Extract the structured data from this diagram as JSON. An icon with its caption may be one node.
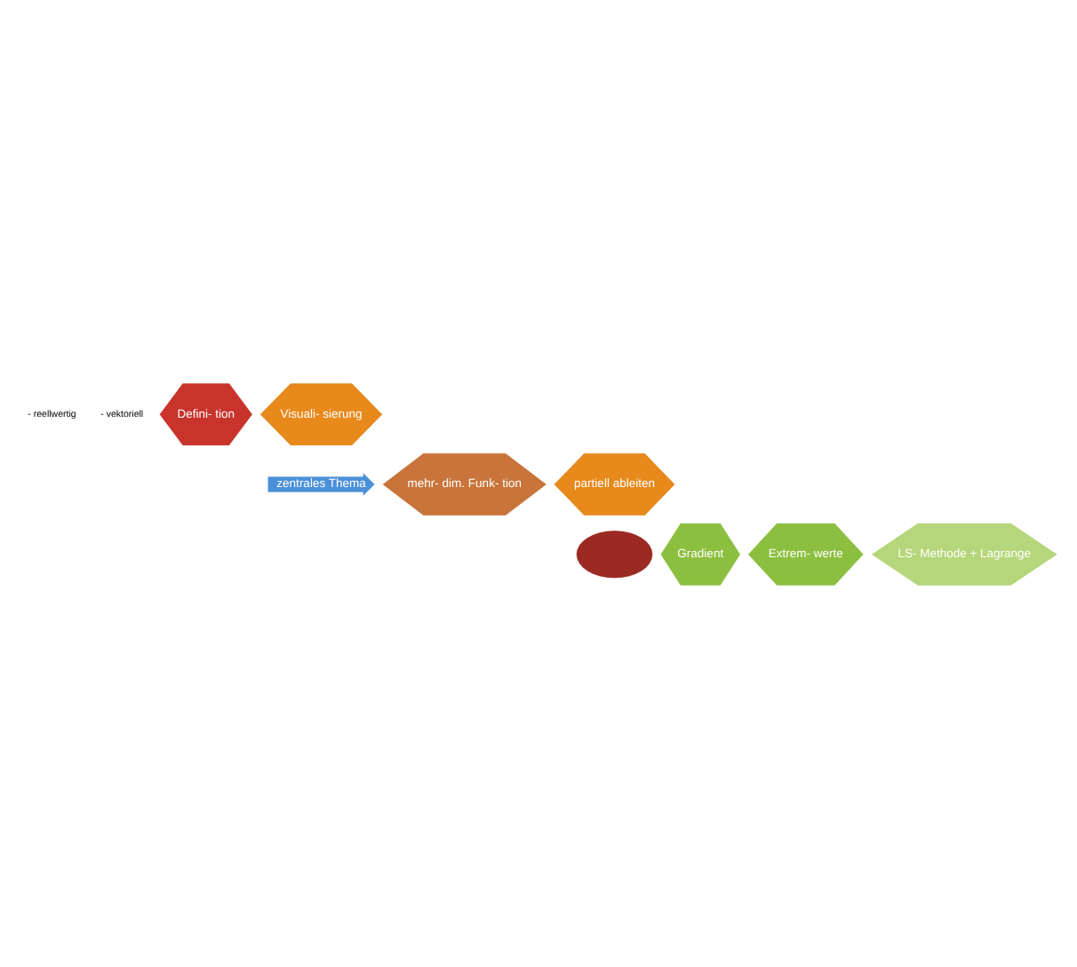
{
  "diagram": {
    "nodes": [
      {
        "text": [
          "Defini- tion"
        ]
      },
      {
        "text": [
          "Visuali- sierung"
        ]
      },
      {
        "text": [
          "zentrales Thema"
        ]
      },
      {
        "text": [
          "mehr- dim. Funk- tion"
        ]
      },
      {
        "text": [
          "partiell ableiten"
        ]
      },
      {
        "text": [],
        "shape": "ellipse"
      },
      {
        "text": [
          "Gradient"
        ]
      },
      {
        "text": [
          "Extrem- werte"
        ]
      },
      {
        "text": [
          "LS- Methode + Lagrange"
        ]
      }
    ],
    "labels": [
      "- reellwertig",
      "- vektoriell"
    ]
  }
}
